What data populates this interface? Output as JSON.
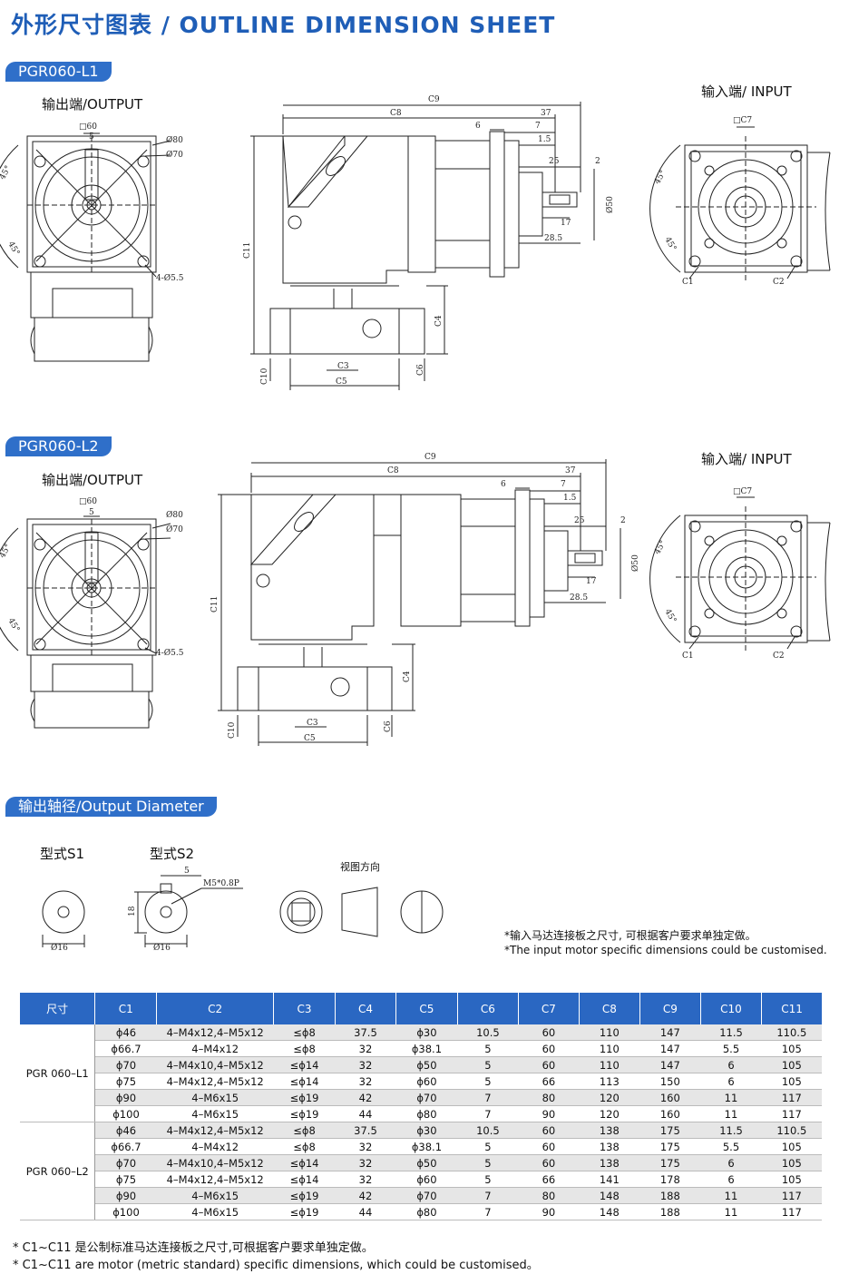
{
  "title": "外形尺寸图表 / OUTLINE DIMENSION SHEET",
  "sections": [
    {
      "model": "PGR060-L1",
      "output_label": "输出端/OUTPUT",
      "input_label": "输入端/ INPUT"
    },
    {
      "model": "PGR060-L2",
      "output_label": "输出端/OUTPUT",
      "input_label": "输入端/ INPUT"
    }
  ],
  "dims": {
    "sq60": "□60",
    "d80": "Ø80",
    "d70": "Ø70",
    "five": "5",
    "angle": "45°",
    "holes": "4-Ø5.5",
    "c9": "C9",
    "c8": "C8",
    "d37": "37",
    "d6": "6",
    "d7": "7",
    "d15": "1.5",
    "d25": "25",
    "d2": "2",
    "d17": "17",
    "d285": "28.5",
    "d50": "Ø50",
    "c11": "C11",
    "c4": "C4",
    "c3": "C3",
    "c5": "C5",
    "c6": "C6",
    "c10": "C10",
    "c7": "□C7",
    "c1": "C1",
    "c2": "C2"
  },
  "shaft": {
    "header": "输出轴径/Output Diameter",
    "s1": "型式S1",
    "s2": "型式S2",
    "view": "视图方向",
    "d16": "Ø16",
    "m5": "M5*0.8P",
    "d18": "18",
    "d5": "5",
    "note_cn": "*输入马达连接板之尺寸, 可根据客户要求单独定做。",
    "note_en": "*The input motor specific dimensions could be customised."
  },
  "table": {
    "headers": [
      "尺寸",
      "C1",
      "C2",
      "C3",
      "C4",
      "C5",
      "C6",
      "C7",
      "C8",
      "C9",
      "C10",
      "C11"
    ],
    "groups": [
      {
        "model": "PGR 060–L1",
        "rows": [
          [
            "ϕ46",
            "4–M4x12,4–M5x12",
            "≤ϕ8",
            "37.5",
            "ϕ30",
            "10.5",
            "60",
            "110",
            "147",
            "11.5",
            "110.5"
          ],
          [
            "ϕ66.7",
            "4–M4x12",
            "≤ϕ8",
            "32",
            "ϕ38.1",
            "5",
            "60",
            "110",
            "147",
            "5.5",
            "105"
          ],
          [
            "ϕ70",
            "4–M4x10,4–M5x12",
            "≤ϕ14",
            "32",
            "ϕ50",
            "5",
            "60",
            "110",
            "147",
            "6",
            "105"
          ],
          [
            "ϕ75",
            "4–M4x12,4–M5x12",
            "≤ϕ14",
            "32",
            "ϕ60",
            "5",
            "66",
            "113",
            "150",
            "6",
            "105"
          ],
          [
            "ϕ90",
            "4–M6x15",
            "≤ϕ19",
            "42",
            "ϕ70",
            "7",
            "80",
            "120",
            "160",
            "11",
            "117"
          ],
          [
            "ϕ100",
            "4–M6x15",
            "≤ϕ19",
            "44",
            "ϕ80",
            "7",
            "90",
            "120",
            "160",
            "11",
            "117"
          ]
        ]
      },
      {
        "model": "PGR 060–L2",
        "rows": [
          [
            "ϕ46",
            "4–M4x12,4–M5x12",
            "≤ϕ8",
            "37.5",
            "ϕ30",
            "10.5",
            "60",
            "138",
            "175",
            "11.5",
            "110.5"
          ],
          [
            "ϕ66.7",
            "4–M4x12",
            "≤ϕ8",
            "32",
            "ϕ38.1",
            "5",
            "60",
            "138",
            "175",
            "5.5",
            "105"
          ],
          [
            "ϕ70",
            "4–M4x10,4–M5x12",
            "≤ϕ14",
            "32",
            "ϕ50",
            "5",
            "60",
            "138",
            "175",
            "6",
            "105"
          ],
          [
            "ϕ75",
            "4–M4x12,4–M5x12",
            "≤ϕ14",
            "32",
            "ϕ60",
            "5",
            "66",
            "141",
            "178",
            "6",
            "105"
          ],
          [
            "ϕ90",
            "4–M6x15",
            "≤ϕ19",
            "42",
            "ϕ70",
            "7",
            "80",
            "148",
            "188",
            "11",
            "117"
          ],
          [
            "ϕ100",
            "4–M6x15",
            "≤ϕ19",
            "44",
            "ϕ80",
            "7",
            "90",
            "148",
            "188",
            "11",
            "117"
          ]
        ]
      }
    ]
  },
  "footnotes": [
    "* C1~C11 是公制标准马达连接板之尺寸,可根据客户要求单独定做。",
    "* C1~C11 are motor (metric standard) specific dimensions, which could be customised。"
  ]
}
